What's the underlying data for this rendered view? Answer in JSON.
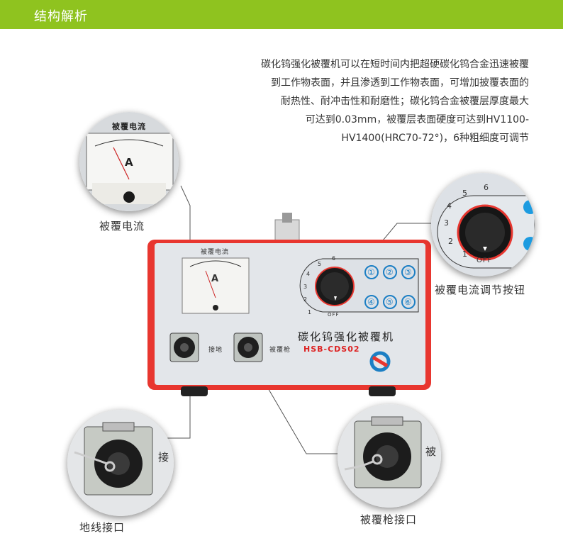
{
  "header": {
    "title": "结构解析",
    "color": "#8fc31f"
  },
  "description": {
    "lines": [
      "碳化钨强化被覆机可以在短时间内把超硬碳化钨合金迅速被覆",
      "到工作物表面，并且渗透到工作物表面，可增加披覆表面的",
      "耐热性、耐冲击性和耐磨性；碳化钨合金被覆层厚度最大",
      "可达到0.03mm，被覆层表面硬度可达到HV1100-",
      "HV1400(HRC70-72°)，6种粗细度可调节"
    ]
  },
  "callouts": {
    "current_meter": "被覆电流",
    "current_knob": "被覆电流调节按钮",
    "ground_port": "地线接口",
    "gun_port": "被覆枪接口"
  },
  "machine": {
    "name": "碳化钨强化被覆机",
    "model": "HSB-CDS02",
    "meter_label": "被覆电流",
    "meter_unit": "A",
    "ground_label": "接地",
    "gun_label": "被覆枪",
    "knob_numbers": [
      "1",
      "2",
      "3",
      "4",
      "5",
      "6"
    ],
    "knob_off": "OFF",
    "buttons": [
      "①",
      "②",
      "③",
      "④",
      "⑤",
      "⑥"
    ],
    "frame_color": "#e8362f",
    "button_color": "#1c7fc4"
  },
  "zoom": {
    "meter_title": "被覆电流",
    "meter_unit": "A",
    "knob_numbers": [
      "1",
      "2",
      "3",
      "4",
      "5",
      "6"
    ],
    "knob_off": "OFF",
    "ground_side_char": "接",
    "gun_side_char": "被"
  }
}
